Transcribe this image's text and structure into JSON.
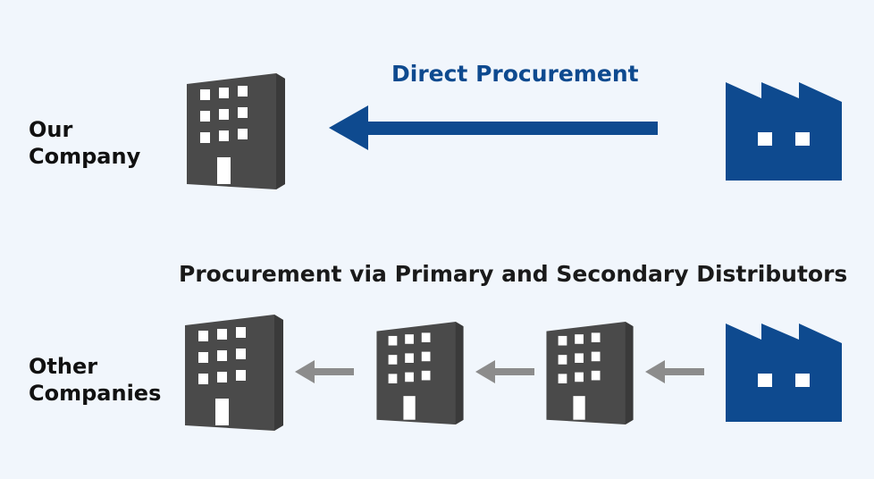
{
  "our_company": {
    "line1": "Our",
    "line2": "Company"
  },
  "other_companies": {
    "line1": "Other",
    "line2": "Companies"
  },
  "direct": {
    "title": "Direct Procurement"
  },
  "distributors": {
    "title": "Procurement via Primary and Secondary Distributors"
  },
  "colors": {
    "accent": "#0e4a8f",
    "building": "#4a4a4a",
    "arrow_gray": "#8c8c8c",
    "background": "#f1f6fc"
  },
  "icons": [
    "building-icon",
    "factory-icon",
    "arrow-left-icon"
  ]
}
